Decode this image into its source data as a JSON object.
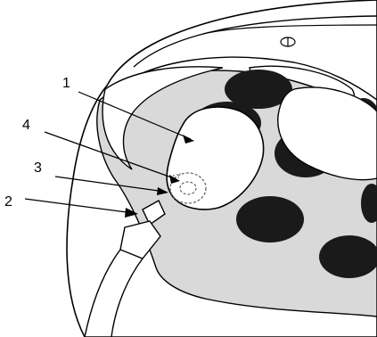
{
  "callouts": [
    {
      "number": "1"
    },
    {
      "number": "2"
    },
    {
      "number": "3"
    },
    {
      "number": "4"
    }
  ],
  "colors": {
    "outline": "#000000",
    "interior_gray": "#d9d9d9",
    "spots": "#1a1a1a",
    "background": "#ffffff"
  }
}
